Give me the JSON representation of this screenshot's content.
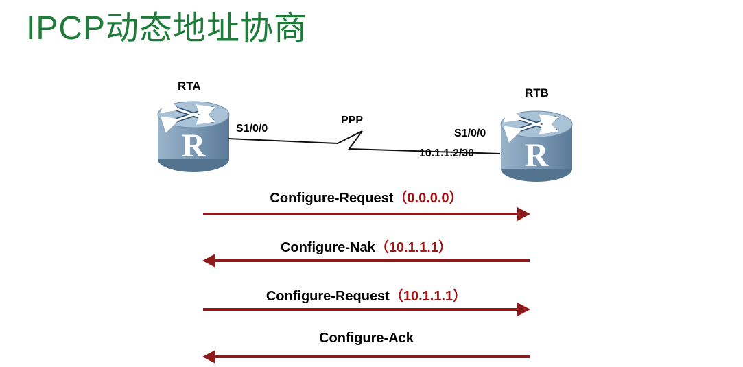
{
  "title": "IPCP动态地址协商",
  "diagram": {
    "router_a": {
      "name": "RTA",
      "interface": "S1/0/0"
    },
    "router_b": {
      "name": "RTB",
      "interface": "S1/0/0",
      "ip": "10.1.1.2/30"
    },
    "link_label": "PPP",
    "router_letter": "R"
  },
  "messages": [
    {
      "name": "Configure-Request",
      "value": "（0.0.0.0）",
      "direction": "right"
    },
    {
      "name": "Configure-Nak",
      "value": "（10.1.1.1）",
      "direction": "left"
    },
    {
      "name": "Configure-Request",
      "value": "（10.1.1.1）",
      "direction": "right"
    },
    {
      "name": "Configure-Ack",
      "value": "",
      "direction": "left"
    }
  ],
  "colors": {
    "title_green": "#1e7b3a",
    "arrow_red": "#8e1b1b",
    "value_red": "#a31515",
    "router_body": "#7e9cb7"
  }
}
